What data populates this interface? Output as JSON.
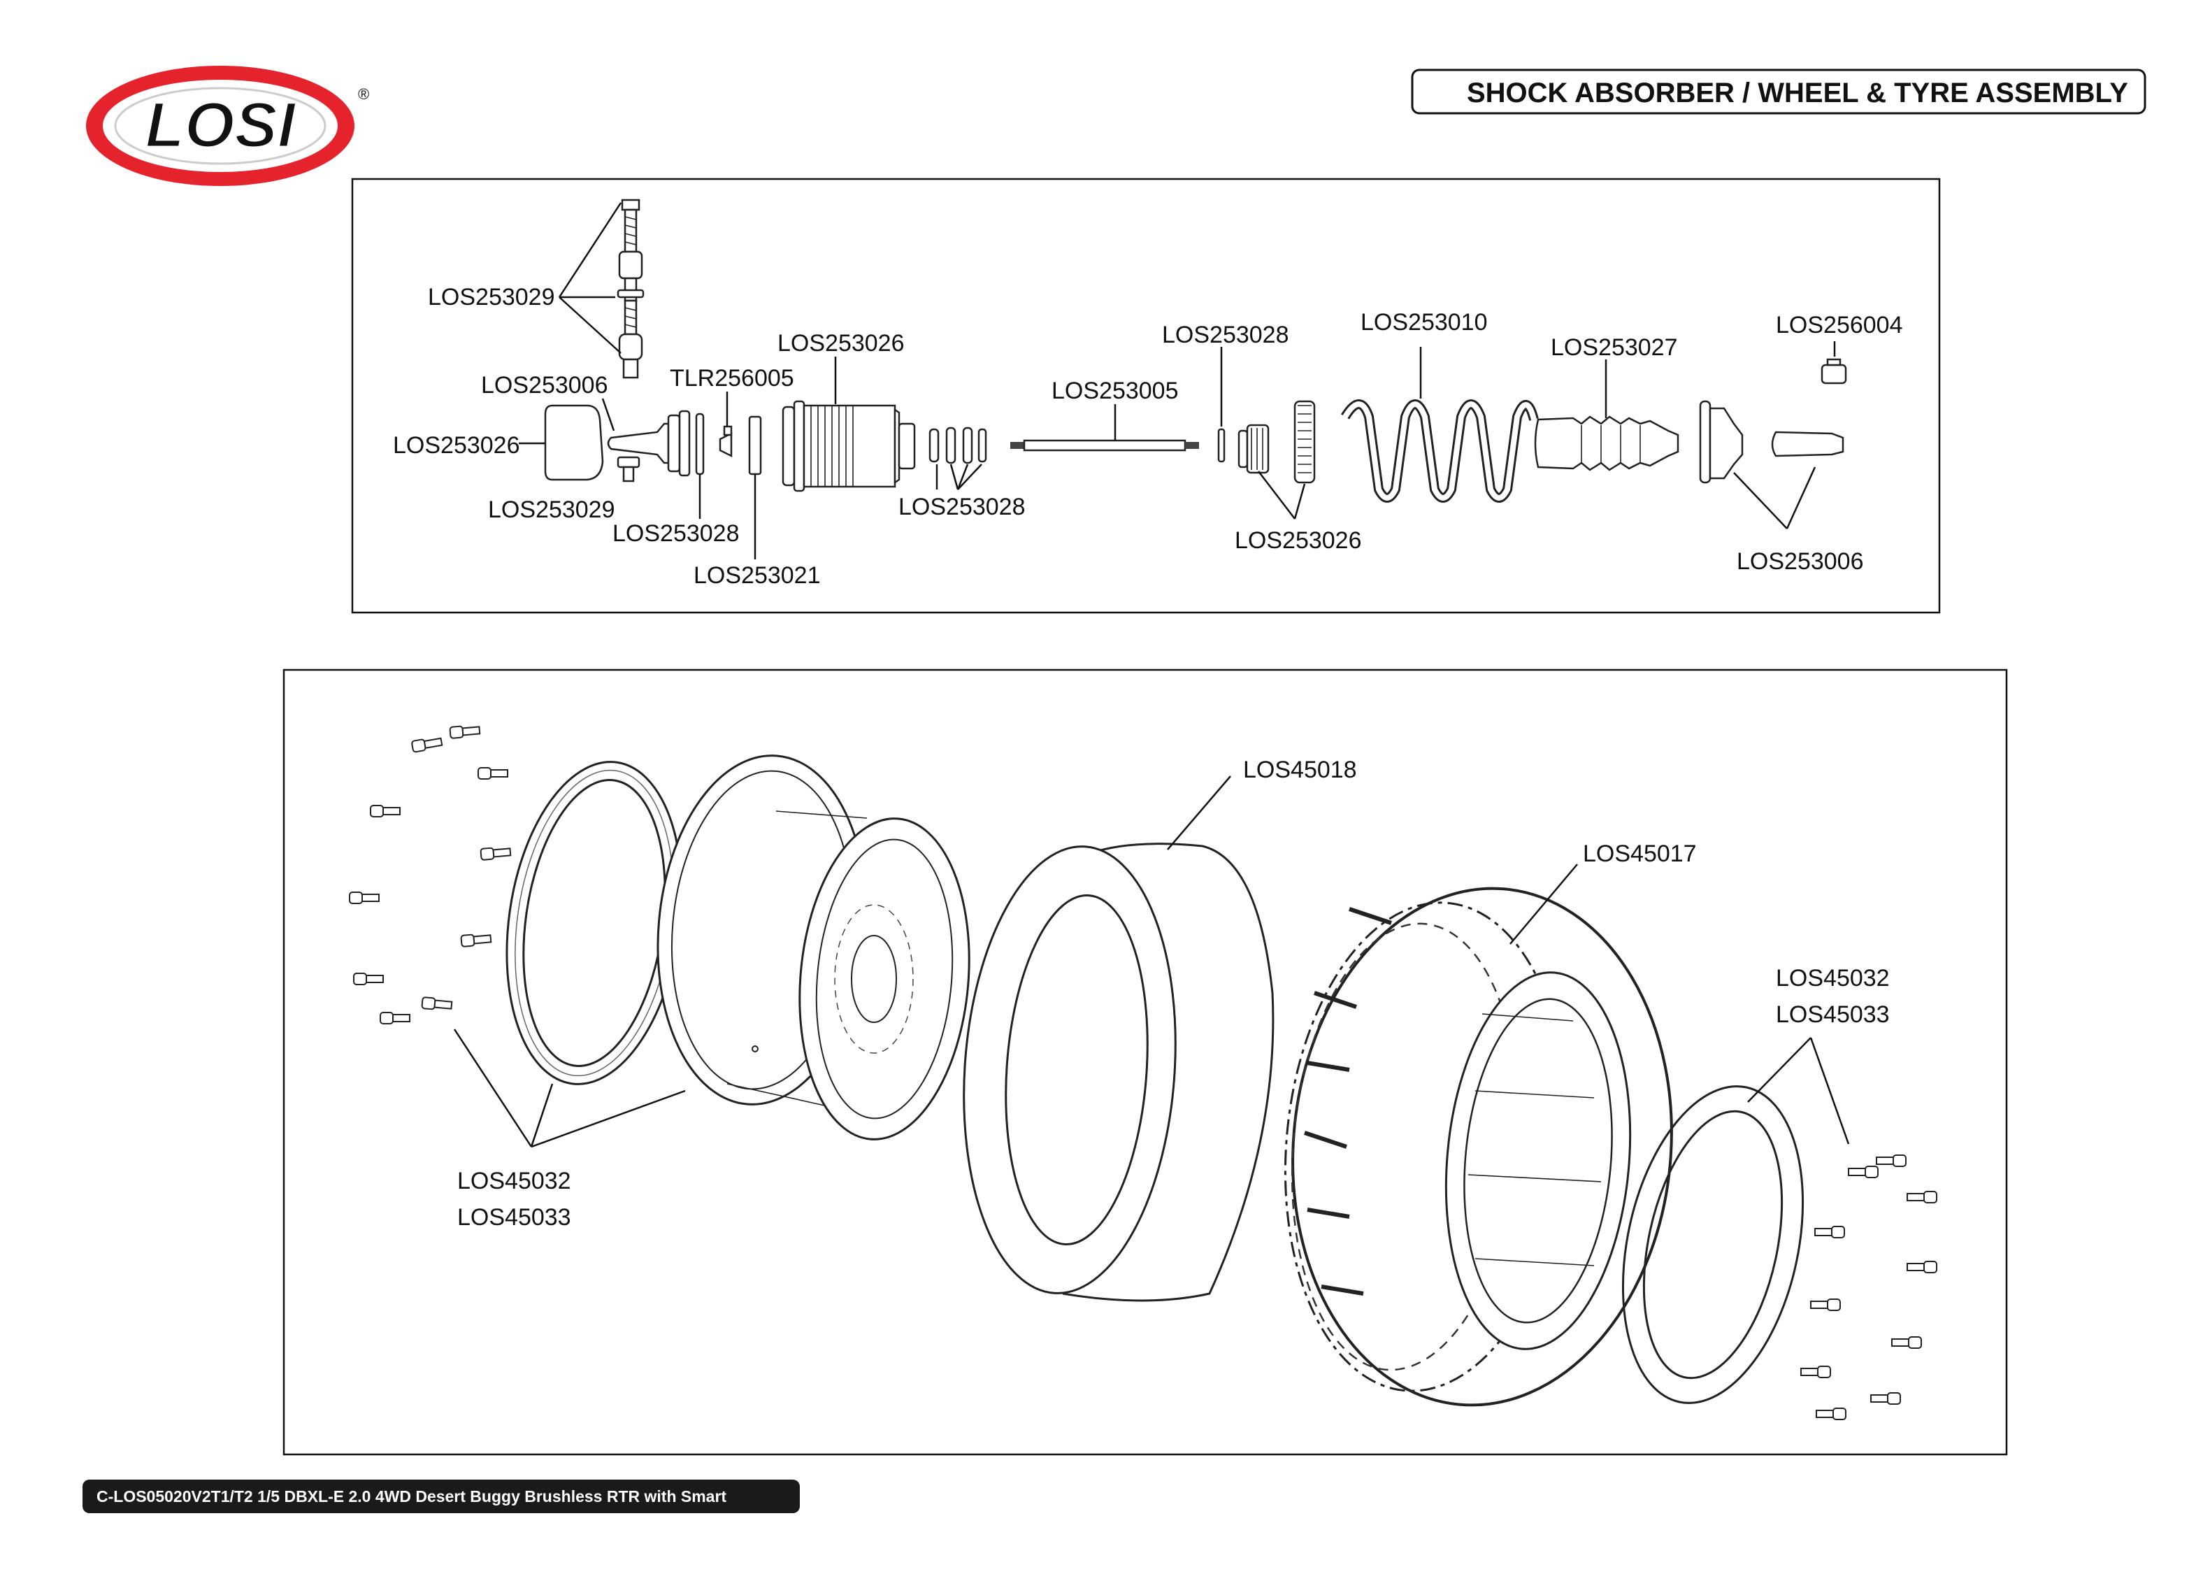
{
  "brand": {
    "logo_text": "LOSI",
    "registered": "®"
  },
  "header": {
    "title": "SHOCK ABSORBER / WHEEL & TYRE ASSEMBLY"
  },
  "footer": {
    "text": "C-LOS05020V2T1/T2 1/5 DBXL-E 2.0 4WD Desert Buggy Brushless RTR with Smart"
  },
  "shock_section": {
    "labels": {
      "cap_screws": "LOS253029",
      "upper_cap": "LOS253026",
      "rod_end_left": "LOS253006",
      "lower_screw": "LOS253029",
      "tlr": "TLR256005",
      "body": "LOS253026",
      "oring_left": "LOS253028",
      "bladder": "LOS253021",
      "orings_mid": "LOS253028",
      "shaft": "LOS253005",
      "oring_right": "LOS253028",
      "collars": "LOS253026",
      "spring": "LOS253010",
      "boot": "LOS253027",
      "ball_end": "LOS256004",
      "rod_end_right": "LOS253006"
    }
  },
  "wheel_section": {
    "labels": {
      "beadlock_left_1": "LOS45032",
      "beadlock_left_2": "LOS45033",
      "foam": "LOS45018",
      "tyre": "LOS45017",
      "beadlock_right_1": "LOS45032",
      "beadlock_right_2": "LOS45033"
    }
  },
  "colors": {
    "logo_red": "#e4232c",
    "ink": "#111111",
    "footer_bg": "#1a1a1a"
  }
}
